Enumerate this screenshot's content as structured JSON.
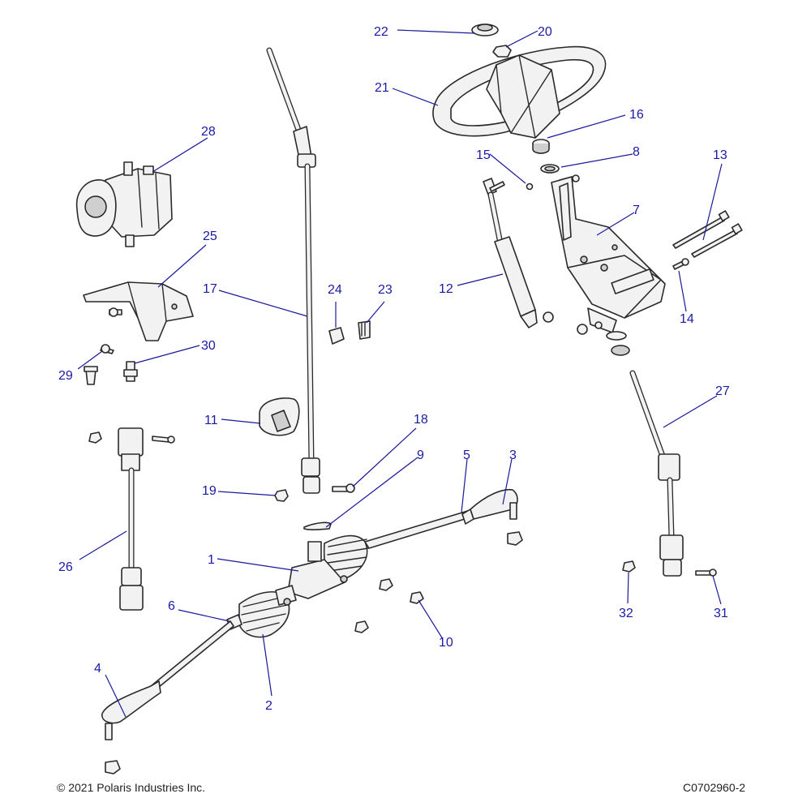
{
  "footer": {
    "copyright": "© 2021 Polaris Industries Inc.",
    "figure_id": "C0702960-2"
  },
  "callouts": [
    {
      "label": "1"
    },
    {
      "label": "2"
    },
    {
      "label": "3"
    },
    {
      "label": "4"
    },
    {
      "label": "5"
    },
    {
      "label": "6"
    },
    {
      "label": "7"
    },
    {
      "label": "8"
    },
    {
      "label": "9"
    },
    {
      "label": "10"
    },
    {
      "label": "11"
    },
    {
      "label": "12"
    },
    {
      "label": "13"
    },
    {
      "label": "14"
    },
    {
      "label": "15"
    },
    {
      "label": "16"
    },
    {
      "label": "17"
    },
    {
      "label": "18"
    },
    {
      "label": "19"
    },
    {
      "label": "20"
    },
    {
      "label": "21"
    },
    {
      "label": "22"
    },
    {
      "label": "23"
    },
    {
      "label": "24"
    },
    {
      "label": "25"
    },
    {
      "label": "26"
    },
    {
      "label": "27"
    },
    {
      "label": "28"
    },
    {
      "label": "29"
    },
    {
      "label": "30"
    },
    {
      "label": "31"
    },
    {
      "label": "32"
    }
  ],
  "colors": {
    "callout": "#1a1aa6",
    "leader": "#1a1a9a",
    "part_outline": "#2a2a2a",
    "part_fill": "#f2f2f2"
  }
}
